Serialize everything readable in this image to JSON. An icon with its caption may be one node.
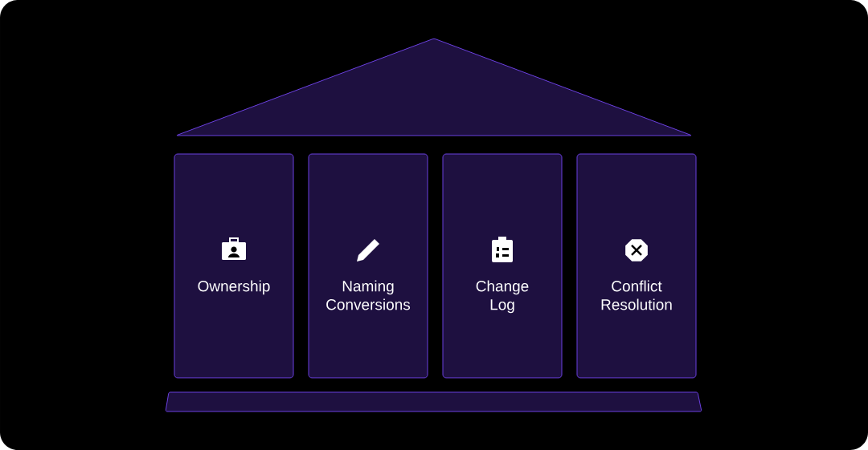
{
  "diagram": {
    "nodes": [
      {
        "text": [
          "Ownership"
        ]
      },
      {
        "text": [
          "Naming Conversions"
        ]
      },
      {
        "text": [
          "Change Log"
        ]
      },
      {
        "text": [
          "Conflict Resolution"
        ]
      }
    ]
  }
}
